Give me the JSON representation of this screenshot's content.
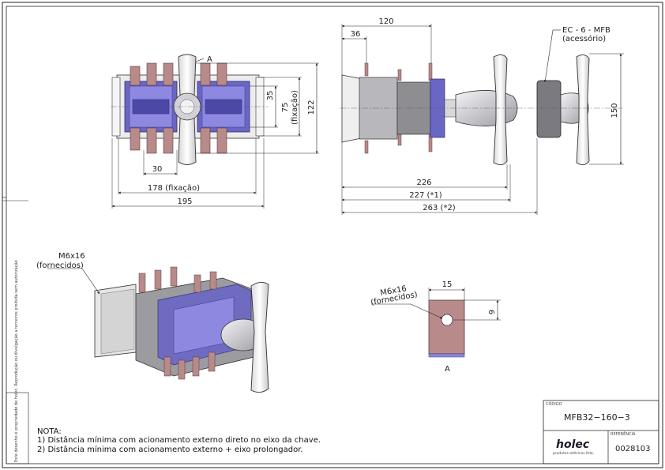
{
  "dimensions": {
    "front": {
      "dim_30": "30",
      "dim_178": "178 (fixação)",
      "dim_195": "195",
      "dim_35": "35",
      "dim_75": "75",
      "dim_75_sub": "(fixação)",
      "dim_122": "122",
      "label_a": "A"
    },
    "side": {
      "dim_120": "120",
      "dim_36": "36",
      "dim_150": "150",
      "dim_226": "226",
      "dim_227": "227 (*1)",
      "dim_263": "263 (*2)",
      "accessory_line1": "EC - 6 - MFB",
      "accessory_line2": "(acessório)"
    },
    "iso": {
      "callout_line1": "M6x16",
      "callout_line2": "(fornecidos)"
    },
    "detail": {
      "dim_15": "15",
      "dim_9": "9",
      "callout_line1": "M6x16",
      "callout_line2": "(fornecidos)",
      "label_a": "A"
    }
  },
  "notes": {
    "title": "NOTA:",
    "items": [
      "1) Distância mínima com acionamento externo direto no eixo da chave.",
      "2) Distância mínima com acionamento externo + eixo prolongador."
    ]
  },
  "title_block": {
    "code_label": "CÓDIGO",
    "code_value": "MFB32−160−3",
    "reference_label": "REFERÊNCIA",
    "reference_value": "0028103",
    "brand": "holec",
    "brand_sub": "produtos elétricos ltda."
  },
  "side_note": "Este desenho é propriedade de holec. Reprodução ou divulgação a terceiros proibida sem autorização"
}
